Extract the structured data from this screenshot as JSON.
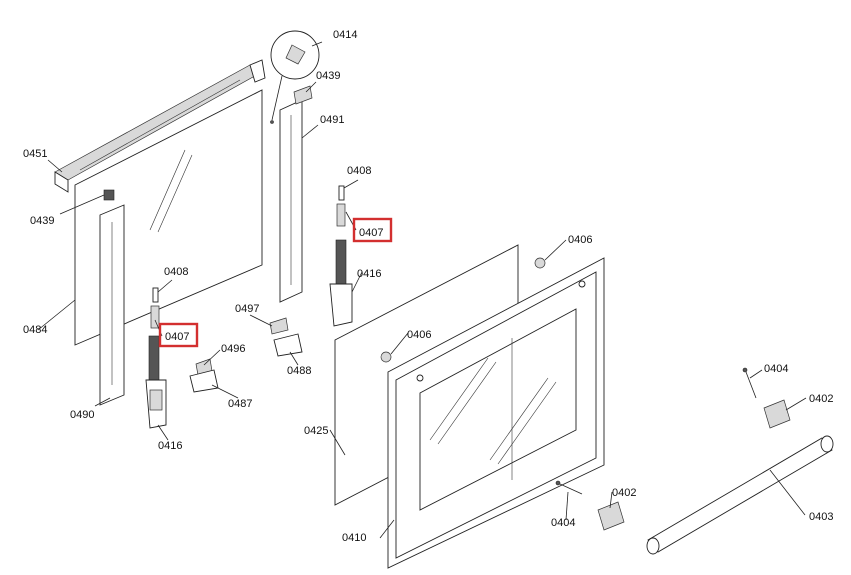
{
  "highlight_color": "#d32f2f",
  "labels": {
    "p0414": "0414",
    "p0439_top": "0439",
    "p0491": "0491",
    "p0451": "0451",
    "p0439_left": "0439",
    "p0408_top": "0408",
    "p0407_top": "0407",
    "p0406_top": "0406",
    "p0416_top": "0416",
    "p0484": "0484",
    "p0408_left": "0408",
    "p0407_left": "0407",
    "p0497": "0497",
    "p0406_mid": "0406",
    "p0496": "0496",
    "p0488": "0488",
    "p0490": "0490",
    "p0487": "0487",
    "p0416_left": "0416",
    "p0425": "0425",
    "p0404_right": "0404",
    "p0402_right": "0402",
    "p0402_bottom": "0402",
    "p0403": "0403",
    "p0404_bottom": "0404",
    "p0410": "0410"
  }
}
